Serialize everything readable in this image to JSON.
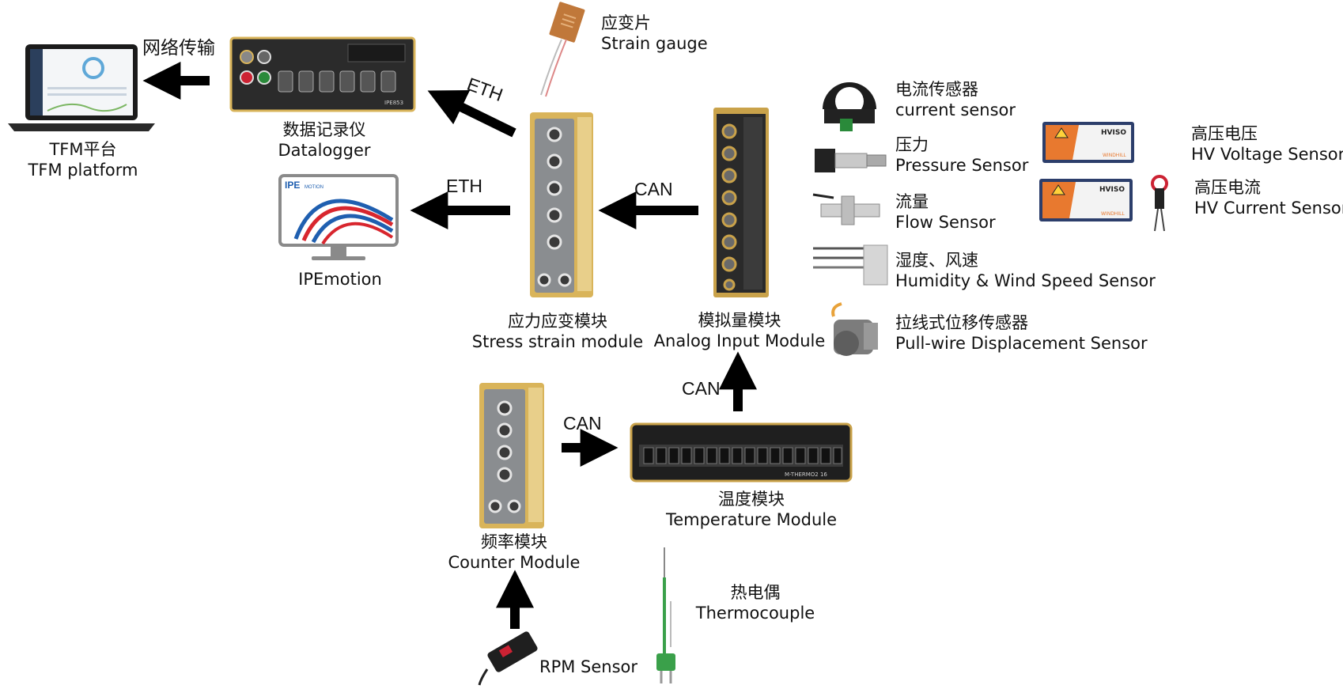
{
  "nodes": {
    "tfm": {
      "zh": "TFM平台",
      "en": "TFM platform"
    },
    "net": {
      "zh": "网络传输"
    },
    "datalogger": {
      "zh": "数据记录仪",
      "en": "Datalogger",
      "badge": "IPE853"
    },
    "ipemotion": {
      "en": "IPEmotion",
      "logo_ipe": "IPE",
      "logo_motion": "MOTION"
    },
    "strain_gauge": {
      "zh": "应变片",
      "en": "Strain gauge"
    },
    "stress": {
      "zh": "应力应变模块",
      "en": "Stress strain module"
    },
    "analog": {
      "zh": "模拟量模块",
      "en": "Analog Input Module"
    },
    "counter": {
      "zh": "频率模块",
      "en": "Counter Module"
    },
    "temperature": {
      "zh": "温度模块",
      "en": "Temperature Module",
      "badge": "M-THERMO2 16"
    },
    "thermocouple": {
      "zh": "热电偶",
      "en": "Thermocouple"
    },
    "rpm": {
      "en": "RPM Sensor"
    },
    "current": {
      "zh": "电流传感器",
      "en": "current sensor"
    },
    "pressure": {
      "zh": "压力",
      "en": "Pressure Sensor"
    },
    "flow": {
      "zh": "流量",
      "en": "Flow Sensor"
    },
    "humidity": {
      "zh": "湿度、风速",
      "en": "Humidity & Wind Speed Sensor"
    },
    "pullwire": {
      "zh": "拉线式位移传感器",
      "en": "Pull-wire Displacement Sensor"
    },
    "hv_voltage": {
      "zh": "高压电压",
      "en": "HV Voltage Sensor",
      "brand": "HVISO",
      "maker": "WINDHILL"
    },
    "hv_current": {
      "zh": "高压电流",
      "en": "HV Current Sensor",
      "brand": "HVISO",
      "maker": "WINDHILL"
    }
  },
  "edges": {
    "eth_datalogger": "ETH",
    "eth_ipemotion": "ETH",
    "can_analog_stress": "CAN",
    "can_temp_analog": "CAN",
    "can_counter_temp": "CAN"
  },
  "colors": {
    "arrow": "#000000",
    "module_gold": "#d9b45a",
    "module_panel": "#8a8d90",
    "hv_orange": "#e8792f",
    "hv_blue": "#2c3e6b",
    "ipe_red": "#d8262e",
    "ipe_blue": "#1f5fb0",
    "cable_green": "#3aa04a"
  }
}
